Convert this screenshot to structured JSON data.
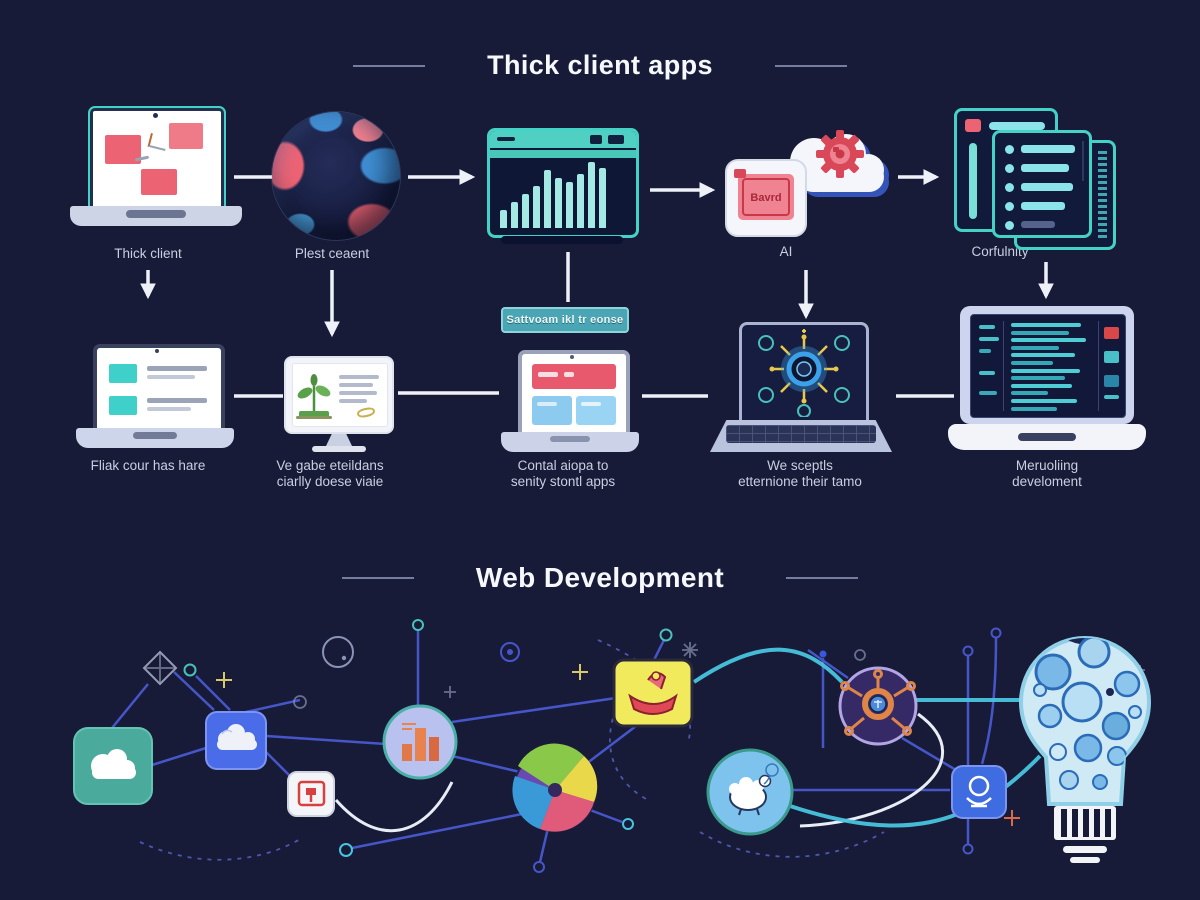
{
  "colors": {
    "background": "#171b38",
    "accent_teal": "#45d2c6",
    "accent_pink": "#ec6374",
    "accent_blue": "#4a6ce8",
    "accent_yellow": "#f0ea5c",
    "connector_white": "#eef1f8",
    "network_line_blue": "#4656c8",
    "network_line_teal": "#49c4de"
  },
  "top_section": {
    "title": "Thick client apps",
    "row1": {
      "item1_label": "Thick client",
      "item2_label": "Plest ceaent",
      "item4_label": "AI",
      "item5_label": "Corfulnity",
      "ai_tablet_text": "Bavrd"
    },
    "badge_text": "Sattvoam ikl tr eonse",
    "row2": {
      "item1_line1": "Fliak cour has hare",
      "item2_line1": "Ve gabe eteildans",
      "item2_line2": "ciarlly doese viaie",
      "item3_line1": "Contal aiopa to",
      "item3_line2": "senity stontl apps",
      "item4_line1": "We sceptls",
      "item4_line2": "etternione their tamo",
      "item5_line1": "Meruoliing",
      "item5_line2": "develoment"
    }
  },
  "bottom_section": {
    "title": "Web Development"
  }
}
